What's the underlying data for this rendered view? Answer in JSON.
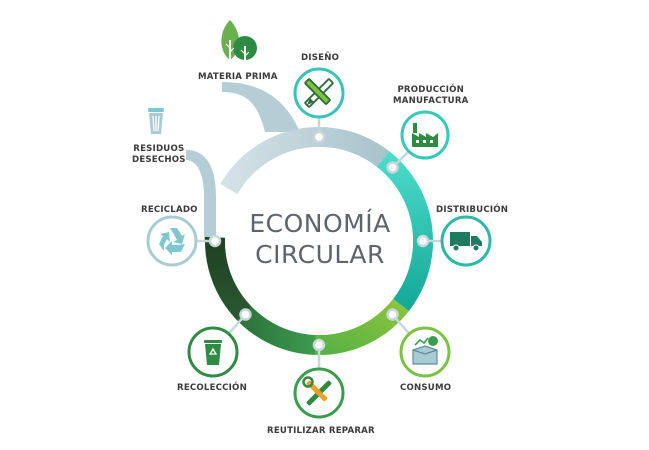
{
  "center": {
    "line1": "ECONOMÍA",
    "line2": "CIRCULAR"
  },
  "stages": {
    "materia_prima": {
      "label": "MATERIA PRIMA",
      "icon": "trees-icon"
    },
    "diseno": {
      "label": "DISEÑO",
      "icon": "pencil-ruler-icon",
      "color": "#3cc3b3"
    },
    "produccion": {
      "label_line1": "PRODUCCIÓN",
      "label_line2": "MANUFACTURA",
      "icon": "factory-icon",
      "color": "#37c9b7"
    },
    "distribucion": {
      "label": "DISTRIBUCIÓN",
      "icon": "truck-icon",
      "color": "#2bb8a4"
    },
    "consumo": {
      "label": "CONSUMO",
      "icon": "shopping-box-icon",
      "color": "#7cc242"
    },
    "reutilizar": {
      "label": "REUTILIZAR REPARAR",
      "icon": "wrench-screwdriver-icon",
      "color": "#3c9c4e"
    },
    "recoleccion": {
      "label": "RECOLECCIÓN",
      "icon": "recycle-bin-icon",
      "color": "#2f8a44"
    },
    "reciclado": {
      "label": "RECICLADO",
      "icon": "recycle-icon",
      "color": "#a9ccd4"
    },
    "residuos": {
      "label_line1": "RESIDUOS",
      "label_line2": "DESECHOS",
      "icon": "trash-can-icon"
    }
  },
  "colors": {
    "ring_teal": "#3dd1c2",
    "ring_teal_dark": "#13a899",
    "ring_lime": "#86c23c",
    "ring_green": "#3a9a50",
    "ring_dark_green": "#234e2a",
    "ring_pale": "#a8c6cf",
    "text_dark": "#3b3b3b",
    "center_text": "#5f646b"
  }
}
